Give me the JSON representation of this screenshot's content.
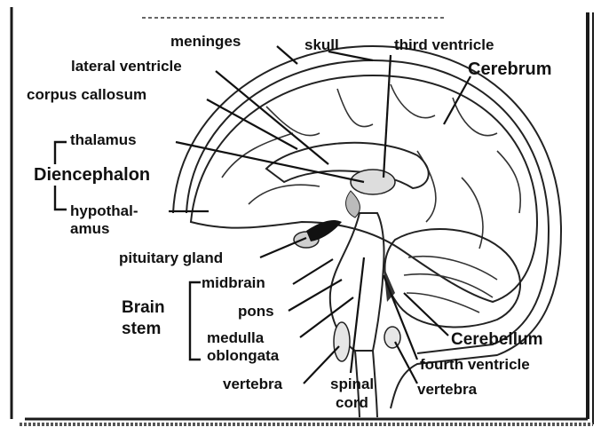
{
  "labels": {
    "meninges": "meninges",
    "skull": "skull",
    "third_ventricle": "third ventricle",
    "lateral_ventricle": "lateral ventricle",
    "cerebrum": "Cerebrum",
    "corpus_callosum": "corpus callosum",
    "thalamus": "thalamus",
    "diencephalon": "Diencephalon",
    "hypothalamus_line1": "hypothal-",
    "hypothalamus_line2": "amus",
    "pituitary_gland": "pituitary gland",
    "midbrain": "midbrain",
    "brain_stem_line1": "Brain",
    "brain_stem_line2": "stem",
    "pons": "pons",
    "medulla_line1": "medulla",
    "medulla_line2": "oblongata",
    "cerebellum": "Cerebellum",
    "fourth_ventricle": "fourth ventricle",
    "vertebra_left": "vertebra",
    "spinal_cord_line1": "spinal",
    "spinal_cord_line2": "cord",
    "vertebra_right": "vertebra"
  },
  "colors": {
    "background": "#ffffff",
    "ink": "#111111",
    "frame": "#1a1a1a"
  }
}
